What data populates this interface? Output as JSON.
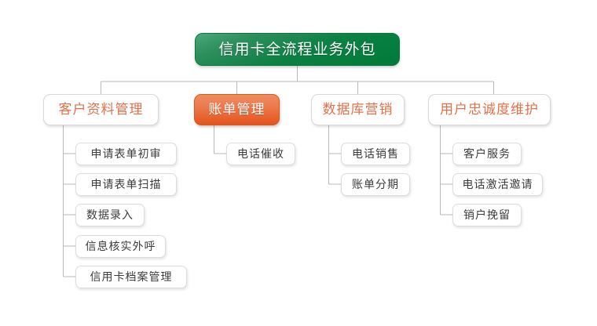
{
  "diagram": {
    "type": "organization-tree",
    "title": "信用卡全流程业务外包",
    "background_color": "#ffffff",
    "colors": {
      "root_fill_top": "#4ba87b",
      "root_fill_bottom": "#007a38",
      "root_text": "#ffffff",
      "level2_text": "#e2714a",
      "level2_highlight_fill_top": "#ef8b62",
      "level2_highlight_fill_bottom": "#e4541c",
      "level2_highlight_text": "#ffffff",
      "leaf_text": "#3b3b3b",
      "node_border": "#dcdcdc",
      "connector": "#b9b9b9"
    },
    "root": {
      "label": "信用卡全流程业务外包",
      "style": "green-gradient"
    },
    "branches": [
      {
        "label": "客户资料管理",
        "style": "plain",
        "children": [
          {
            "label": "申请表单初审"
          },
          {
            "label": "申请表单扫描"
          },
          {
            "label": "数据录入"
          },
          {
            "label": "信息核实外呼"
          },
          {
            "label": "信用卡档案管理"
          }
        ]
      },
      {
        "label": "账单管理",
        "style": "highlight",
        "children": [
          {
            "label": "电话催收"
          }
        ]
      },
      {
        "label": "数据库营销",
        "style": "plain",
        "children": [
          {
            "label": "电话销售"
          },
          {
            "label": "账单分期"
          }
        ]
      },
      {
        "label": "用户忠诚度维护",
        "style": "plain",
        "children": [
          {
            "label": "客户服务"
          },
          {
            "label": "电话激活邀请"
          },
          {
            "label": "销户挽留"
          }
        ]
      }
    ]
  }
}
